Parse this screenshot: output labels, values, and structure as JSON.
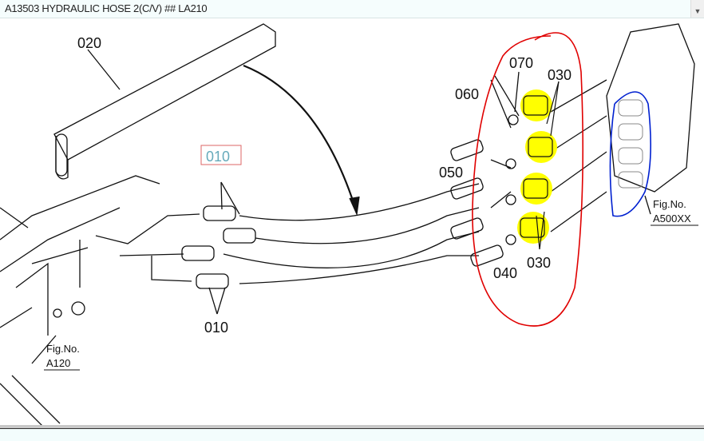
{
  "header": {
    "title": "A13503 HYDRAULIC HOSE 2(C/V) ## LA210",
    "dropdown_icon": "triangle-down-icon"
  },
  "callouts": {
    "c020": "020",
    "c010_selected": "010",
    "c010_bottom": "010",
    "c070": "070",
    "c030_top": "030",
    "c060": "060",
    "c050": "050",
    "c040": "040",
    "c030_bottom": "030"
  },
  "fig_refs": [
    {
      "label": "Fig.No.",
      "code": "A500XX"
    },
    {
      "label": "Fig.No.",
      "code": "A120"
    }
  ],
  "colors": {
    "highlight": "#ffff00",
    "red_mark": "#e00000",
    "blue_mark": "#0020d0",
    "selected": "#5aa8b0"
  }
}
